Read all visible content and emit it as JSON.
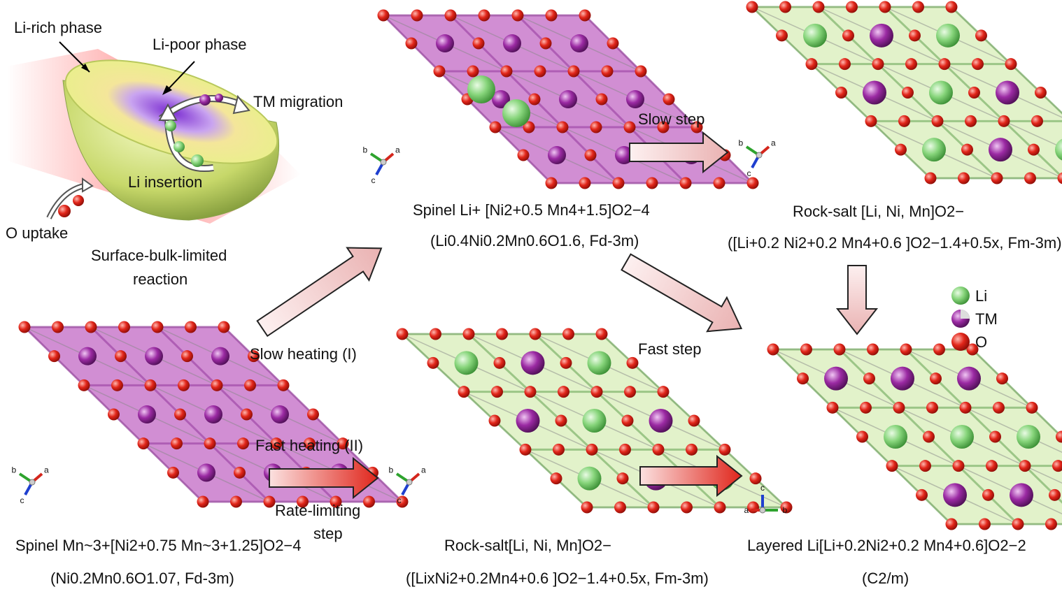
{
  "colors": {
    "li": "#7fcf73",
    "tm": "#9b2aa3",
    "o": "#e21b12",
    "spinel_face": "#c97acb",
    "rocksalt_face": "#d8edb8",
    "arrow_pale": "#f6d3d3",
    "arrow_red": "#e0332b"
  },
  "particle": {
    "li_rich": "Li-rich phase",
    "li_poor": "Li-poor phase",
    "tm_migration": "TM migration",
    "li_insertion": "Li insertion",
    "o_uptake": "O uptake",
    "caption_1": "Surface-bulk-limited",
    "caption_2": "reaction"
  },
  "structures": {
    "spinel_start": {
      "line1": "Spinel Mn~3+[Ni2+0.75 Mn~3+1.25]O2−4",
      "line2": "(Ni0.2Mn0.6O1.07, Fd-3m)"
    },
    "spinel_mid": {
      "line1": "Spinel Li+ [Ni2+0.5 Mn4+1.5]O2−4",
      "line2": "(Li0.4Ni0.2Mn0.6O1.6, Fd-3m)"
    },
    "rocksalt_top": {
      "line1": "Rock-salt [Li, Ni, Mn]O2−",
      "line2": "([Li+0.2 Ni2+0.2 Mn4+0.6 ]O2−1.4+0.5x, Fm-3m)"
    },
    "rocksalt_bottom": {
      "line1": "Rock-salt[Li, Ni, Mn]O2−",
      "line2": "([LixNi2+0.2Mn4+0.6 ]O2−1.4+0.5x, Fm-3m)"
    },
    "layered": {
      "line1": "Layered Li[Li+0.2Ni2+0.2 Mn4+0.6]O2−2",
      "line2": "(C2/m)"
    }
  },
  "arrows": {
    "slow_heating": "Slow heating (I)",
    "fast_heating": "Fast heating (II)",
    "rate_limiting_1": "Rate-limiting",
    "rate_limiting_2": "step",
    "slow_step": "Slow step",
    "fast_step": "Fast step"
  },
  "legend": {
    "li": "Li",
    "tm": "TM",
    "o": "O"
  },
  "axes": {
    "a": "a",
    "b": "b",
    "c": "c"
  }
}
